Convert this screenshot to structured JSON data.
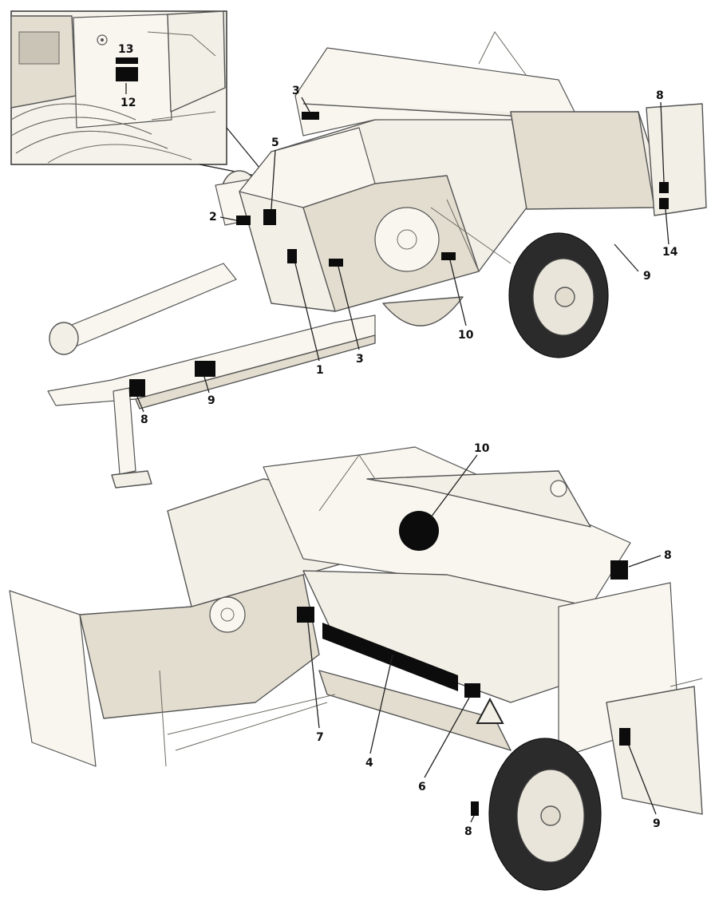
{
  "figure": {
    "inset_callouts": [
      "13",
      "12"
    ],
    "top_view_callouts": [
      "3",
      "5",
      "2",
      "8",
      "14",
      "9",
      "10",
      "3",
      "1",
      "8",
      "9"
    ],
    "bottom_view_callouts": [
      "10",
      "8",
      "7",
      "4",
      "6",
      "8",
      "9"
    ]
  },
  "colors": {
    "machine_body": "#f2efe6",
    "decal": "#0c0c0c",
    "tyre": "#2b2b2b",
    "outline": "#555555"
  }
}
